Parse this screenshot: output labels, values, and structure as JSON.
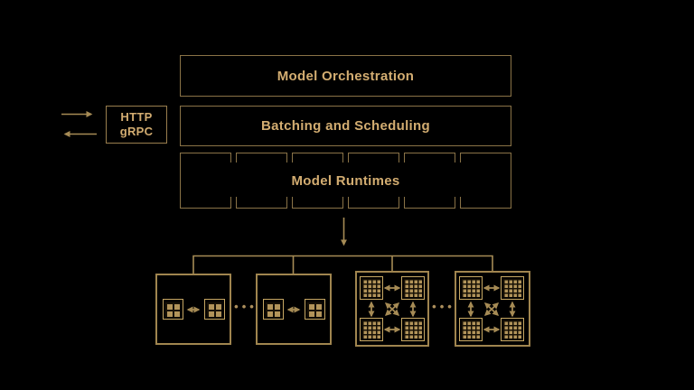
{
  "stack": {
    "orchestration_label": "Model Orchestration",
    "batching_label": "Batching and Scheduling",
    "runtimes_label": "Model Runtimes",
    "runtime_slot_count": 6
  },
  "protocol_box": {
    "http_label": "HTTP",
    "grpc_label": "gRPC"
  },
  "ellipsis": "•••",
  "icons": [
    "request-arrow-icon",
    "response-arrow-icon",
    "down-arrow-icon",
    "gpu-chip-icon",
    "double-arrow-icon",
    "ellipsis-dots"
  ],
  "colors": {
    "background": "#000000",
    "label_text": "#d3ad71",
    "box_border": "#8a7347",
    "cluster_border": "#a0854f",
    "chip_border": "#c6a763",
    "chip_fill": "#b2945a",
    "arrow": "#a68b55"
  }
}
